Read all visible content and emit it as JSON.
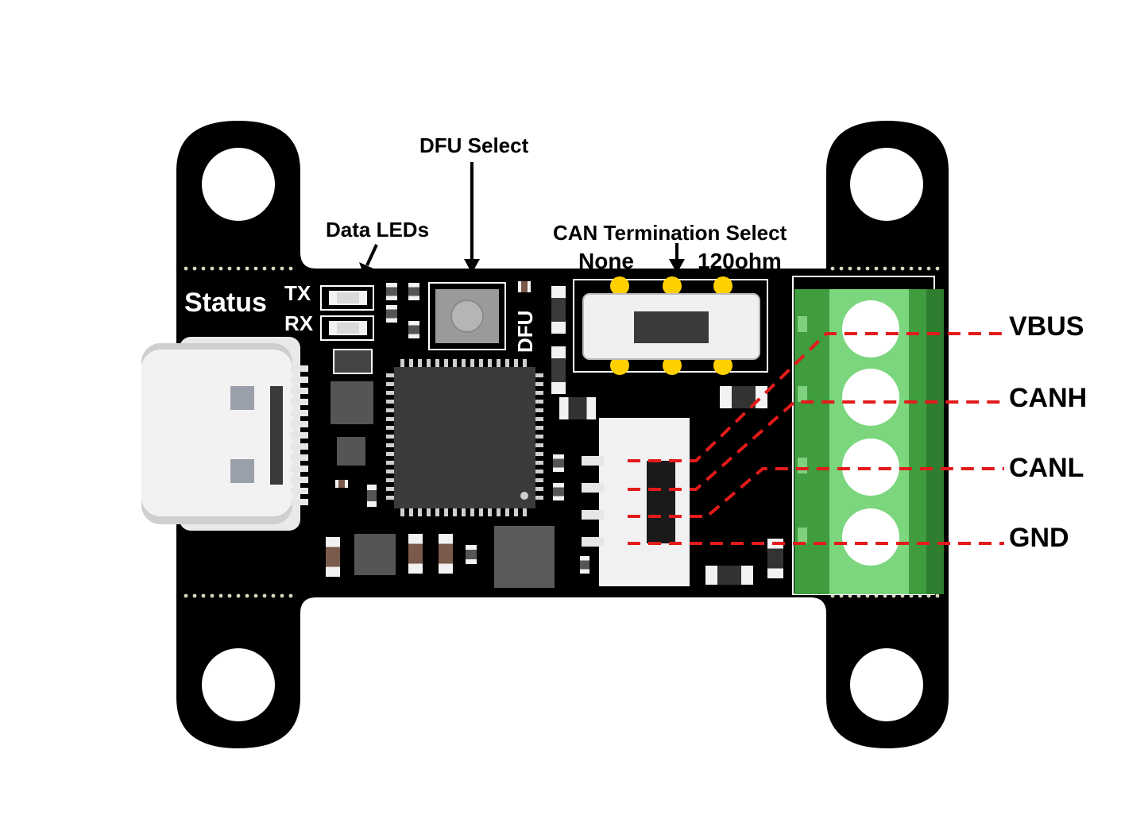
{
  "annotations": {
    "dfu_select": "DFU Select",
    "data_leds": "Data LEDs",
    "can_termination_select": "CAN Termination Select",
    "termination_none": "None",
    "termination_120": "120ohm"
  },
  "silkscreen": {
    "status": "Status",
    "tx": "TX",
    "rx": "RX",
    "dfu": "DFU"
  },
  "pins": [
    "VBUS",
    "CANH",
    "CANL",
    "GND"
  ],
  "colors": {
    "board": "#000000",
    "terminal_block": "#4cae4c",
    "terminal_highlight": "#86e08a",
    "wire_dashes": "#e21b1b",
    "chip": "#3b3b3b"
  },
  "icons": [
    "arrow-down-icon",
    "mounting-hole-icon",
    "usb-c-connector-icon",
    "button-icon",
    "slide-switch-icon",
    "jst-connector-icon",
    "screw-terminal-icon"
  ]
}
